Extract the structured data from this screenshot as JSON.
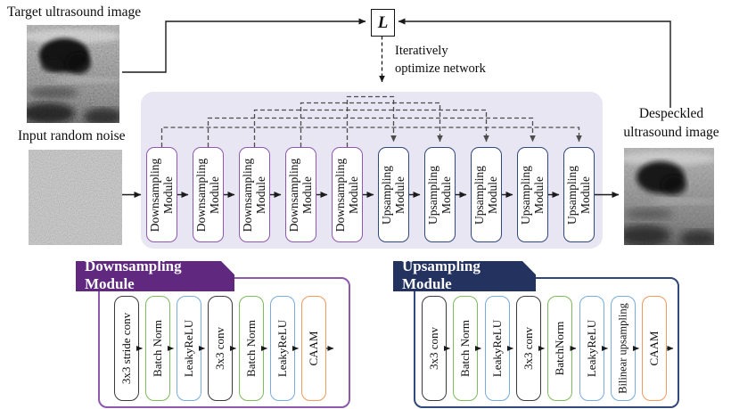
{
  "labels": {
    "target_image": "Target ultrasound image",
    "input_noise": "Input random noise",
    "loss_symbol": "L",
    "optimize_note": "Iteratively optimize network",
    "output_image": "Despeckled ultrasound image"
  },
  "network": {
    "modules": [
      {
        "type": "downsampling",
        "label": "Downsampling Module"
      },
      {
        "type": "downsampling",
        "label": "Downsampling Module"
      },
      {
        "type": "downsampling",
        "label": "Downsampling Module"
      },
      {
        "type": "downsampling",
        "label": "Downsampling Module"
      },
      {
        "type": "downsampling",
        "label": "Downsampling Module"
      },
      {
        "type": "upsampling",
        "label": "Upsampling Module"
      },
      {
        "type": "upsampling",
        "label": "Upsampling Module"
      },
      {
        "type": "upsampling",
        "label": "Upsampling Module"
      },
      {
        "type": "upsampling",
        "label": "Upsampling Module"
      },
      {
        "type": "upsampling",
        "label": "Upsampling Module"
      }
    ]
  },
  "downsampling_detail": {
    "title": "Downsampling Module",
    "layers": [
      {
        "label": "3x3 stride conv",
        "color": "#3a3a3a"
      },
      {
        "label": "Batch Norm",
        "color": "#7fba5c"
      },
      {
        "label": "LeakyReLU",
        "color": "#76acdf"
      },
      {
        "label": "3x3 conv",
        "color": "#3a3a3a"
      },
      {
        "label": "Batch Norm",
        "color": "#7fba5c"
      },
      {
        "label": "LeakyReLU",
        "color": "#76acdf"
      },
      {
        "label": "CAAM",
        "color": "#f09a5e"
      }
    ]
  },
  "upsampling_detail": {
    "title": "Upsampling Module",
    "layers": [
      {
        "label": "3x3 conv",
        "color": "#3a3a3a"
      },
      {
        "label": "Batch Norm",
        "color": "#7fba5c"
      },
      {
        "label": "LeakyReLU",
        "color": "#76acdf"
      },
      {
        "label": "3x3 conv",
        "color": "#3a3a3a"
      },
      {
        "label": "BatchNorm",
        "color": "#7fba5c"
      },
      {
        "label": "LeakyReLU",
        "color": "#76acdf"
      },
      {
        "label": "Bilinear upsampling",
        "color": "#76acdf"
      },
      {
        "label": "CAAM",
        "color": "#f09a5e"
      }
    ]
  },
  "colors": {
    "container_bg": "#e9e6f4",
    "downsampling_border": "#8e58ac",
    "upsampling_border": "#31487a",
    "downsampling_header_bg": "#60287f",
    "upsampling_header_bg": "#23325f",
    "header_text": "#ffffff"
  }
}
